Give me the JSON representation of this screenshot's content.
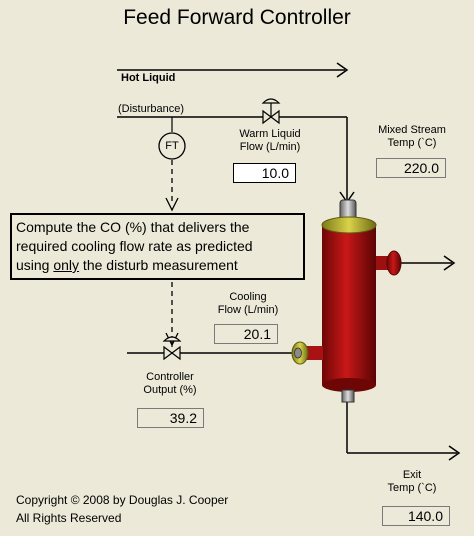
{
  "title": "Feed Forward Controller",
  "labels": {
    "hot_liquid": "Hot Liquid",
    "disturbance": "(Disturbance)",
    "ft": "FT",
    "warm_liquid_flow_line1": "Warm Liquid",
    "warm_liquid_flow_line2": "Flow  (L/min)",
    "mixed_stream_line1": "Mixed Stream",
    "mixed_stream_line2": "Temp  (`C)",
    "cooling_flow_line1": "Cooling",
    "cooling_flow_line2": "Flow  (L/min)",
    "controller_output_line1": "Controller",
    "controller_output_line2": "Output  (%)",
    "exit_temp_line1": "Exit",
    "exit_temp_line2": "Temp  (`C)"
  },
  "values": {
    "warm_liquid_flow": "10.0",
    "mixed_stream_temp": "220.0",
    "cooling_flow": "20.1",
    "controller_output": "39.2",
    "exit_temp": "140.0"
  },
  "note": {
    "line1": "Compute the CO (%) that delivers the",
    "line2": "required cooling flow rate as predicted",
    "line3_pre": "using ",
    "line3_u": "only",
    "line3_post": " the disturb measurement"
  },
  "copyright": {
    "line1": "Copyright © 2008 by Douglas J. Cooper",
    "line2": "All Rights Reserved"
  },
  "colors": {
    "background": "#ece9d8",
    "vessel": "#b31414",
    "nozzle_ring": "#c9c13a",
    "nozzle_hub": "#9a9a9a"
  }
}
